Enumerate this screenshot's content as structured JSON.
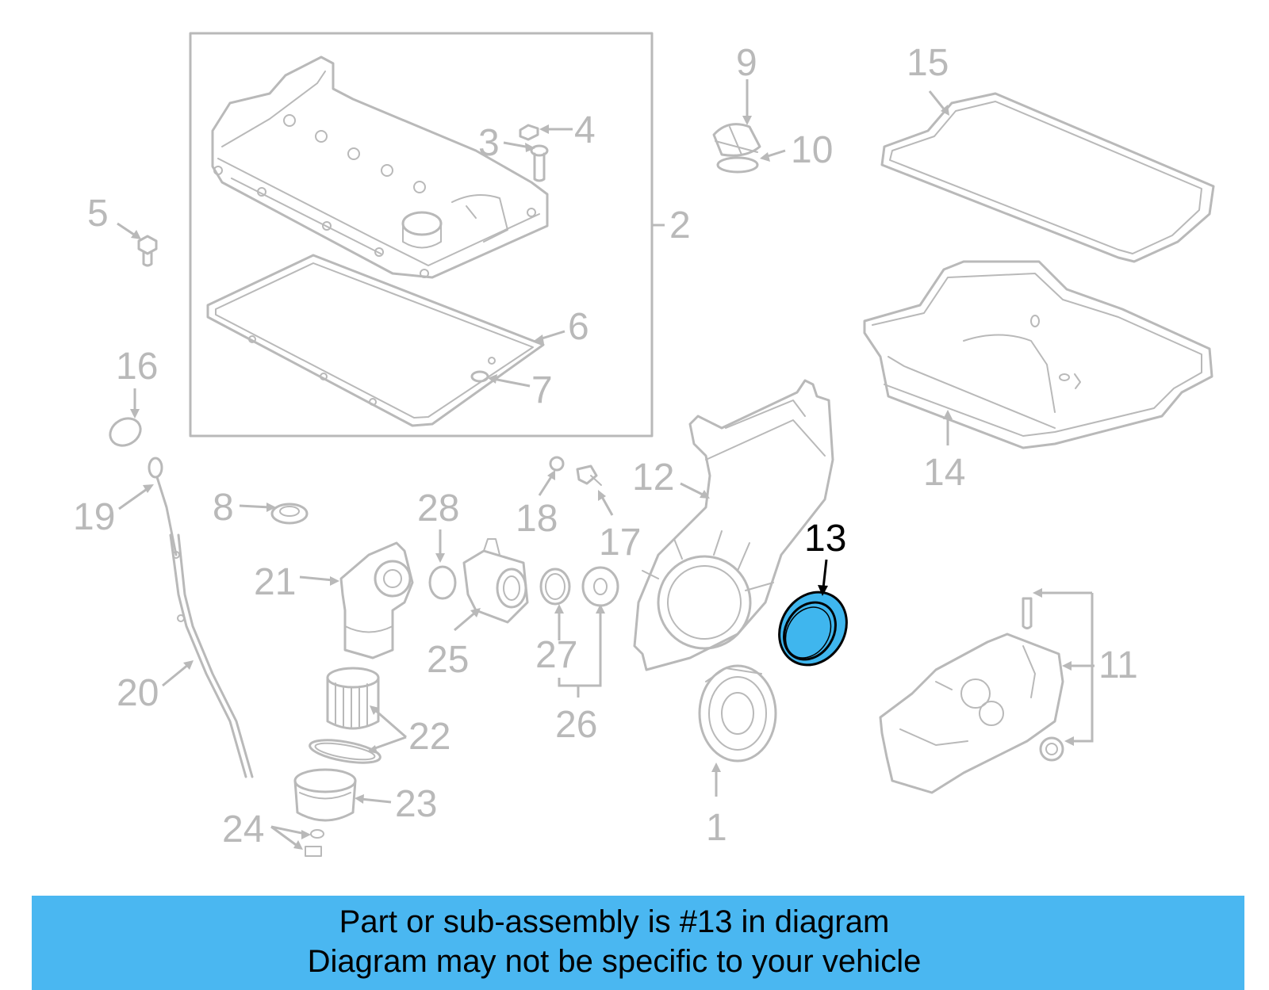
{
  "highlighted_part": "13",
  "labels": {
    "p1": "1",
    "p2": "2",
    "p3": "3",
    "p4": "4",
    "p5": "5",
    "p6": "6",
    "p7": "7",
    "p8": "8",
    "p9": "9",
    "p10": "10",
    "p11": "11",
    "p12": "12",
    "p13": "13",
    "p14": "14",
    "p15": "15",
    "p16": "16",
    "p17": "17",
    "p18": "18",
    "p19": "19",
    "p20": "20",
    "p21": "21",
    "p22": "22",
    "p23": "23",
    "p24": "24",
    "p25": "25",
    "p26": "26",
    "p27": "27",
    "p28": "28"
  },
  "banner": {
    "line1": "Part or sub-assembly is #13 in diagram",
    "line2": "Diagram may not be specific to your vehicle"
  },
  "colors": {
    "part_line": "#b9b9b9",
    "highlight_fill": "#3fb6ee",
    "banner_bg": "#4ab7f1"
  }
}
